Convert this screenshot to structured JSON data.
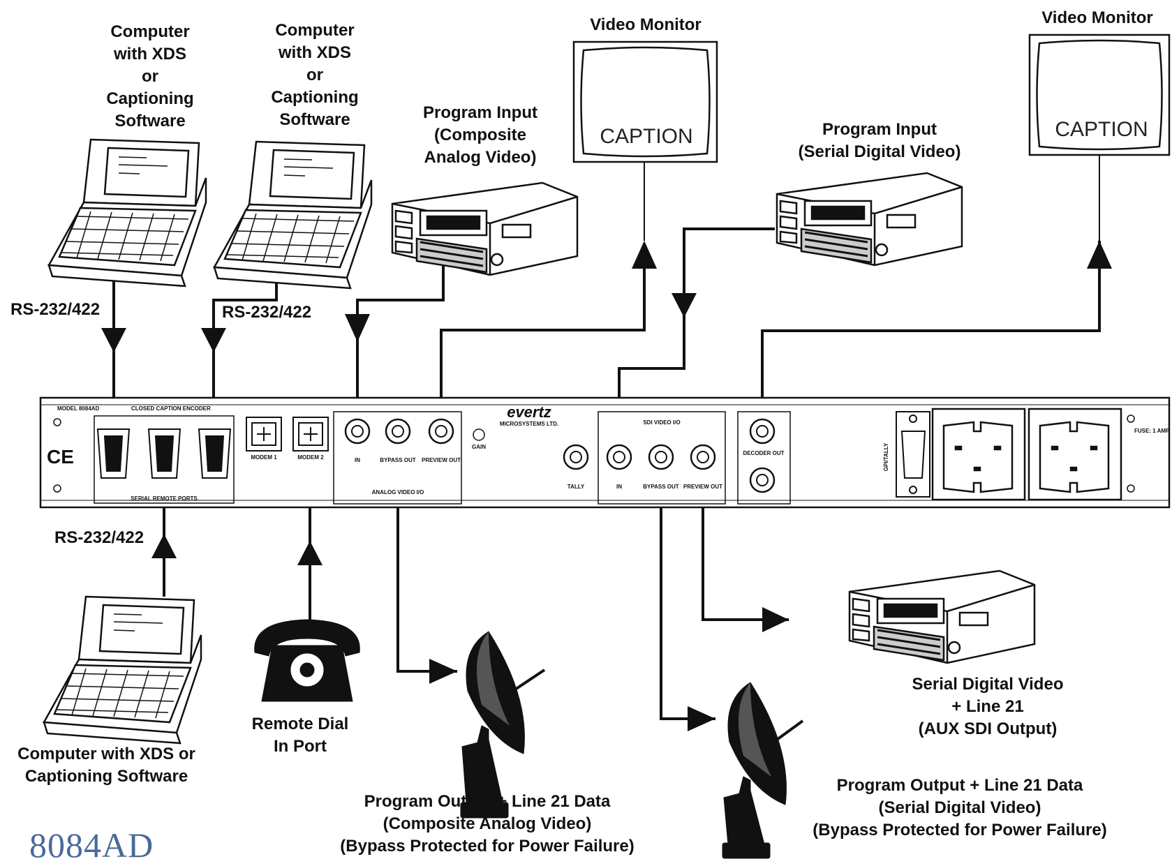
{
  "labels": {
    "pc1": "Computer\nwith XDS\nor\nCaptioning\nSoftware",
    "pc2": "Computer\nwith XDS\nor\nCaptioning\nSoftware",
    "pc3": "Computer with XDS or\nCaptioning Software",
    "prog_in_analog": "Program Input\n(Composite\nAnalog Video)",
    "prog_in_sdi": "Program Input\n(Serial Digital Video)",
    "monitor1": "Video Monitor",
    "monitor2": "Video Monitor",
    "monitor_caption": "CAPTION",
    "rs1": "RS-232/422",
    "rs2": "RS-232/422",
    "rs3": "RS-232/422",
    "phone": "Remote Dial\nIn Port",
    "out_analog": "Program Output + Line 21 Data\n(Composite Analog Video)\n(Bypass Protected for Power Failure)",
    "out_sdi": "Program Output + Line 21 Data\n(Serial Digital Video)\n(Bypass Protected for Power Failure)",
    "aux_sdi": "Serial Digital Video\n+ Line 21\n(AUX SDI Output)",
    "model_id": "8084AD"
  },
  "panel": {
    "model": "MODEL 8084AD",
    "title": "CLOSED CAPTION ENCODER",
    "serial_ports": "SERIAL REMOTE PORTS",
    "modem1": "MODEM 1",
    "modem2": "MODEM 2",
    "analog_io": "ANALOG VIDEO I/O",
    "analog_in": "IN",
    "bypass_out": "BYPASS OUT",
    "preview_out": "PREVIEW OUT",
    "brand": "evertz",
    "brand_sub": "MICROSYSTEMS LTD.",
    "gain": "GAIN",
    "sdi_io": "SDI VIDEO I/O",
    "tally": "TALLY",
    "sdi_in": "IN",
    "sdi_bypass": "BYPASS OUT",
    "sdi_preview": "PREVIEW OUT",
    "decoder_out": "DECODER OUT",
    "gpi": "GPI/TALLY",
    "fuse": "FUSE: 1 AMP",
    "ce": "CE"
  }
}
